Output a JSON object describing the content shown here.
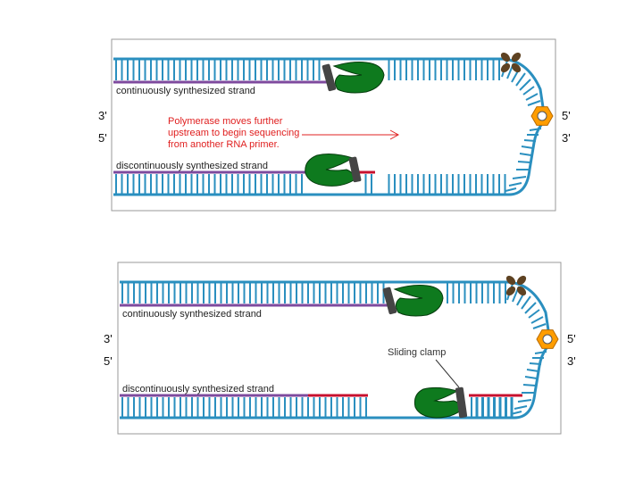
{
  "colors": {
    "dna": "#2a8fbf",
    "new_strand": "#7e4a9e",
    "primer": "#c8102e",
    "polymerase": "#0e7a1e",
    "polymerase_outline": "#063d0e",
    "clamp": "#454545",
    "helicase": "#ff9d00",
    "topoisomerase": "#5e4222",
    "annotation": "#e02020",
    "panel_border": "#9a9a9a"
  },
  "panels": [
    {
      "labels": {
        "leading": "continuously synthesized strand",
        "lagging": "discontinuously synthesized strand"
      },
      "ends": {
        "left_top": "3'",
        "left_bottom": "5'",
        "right_top": "5'",
        "right_bottom": "3'"
      },
      "annotation": {
        "lines": [
          "Polymerase moves further",
          "upstream to begin sequencing",
          "from another RNA primer."
        ]
      }
    },
    {
      "labels": {
        "leading": "continuously synthesized strand",
        "lagging": "discontinuously synthesized strand"
      },
      "ends": {
        "left_top": "3'",
        "left_bottom": "5'",
        "right_top": "5'",
        "right_bottom": "3'"
      },
      "annotation": {
        "lines": [
          "Sliding clamp"
        ]
      }
    }
  ]
}
